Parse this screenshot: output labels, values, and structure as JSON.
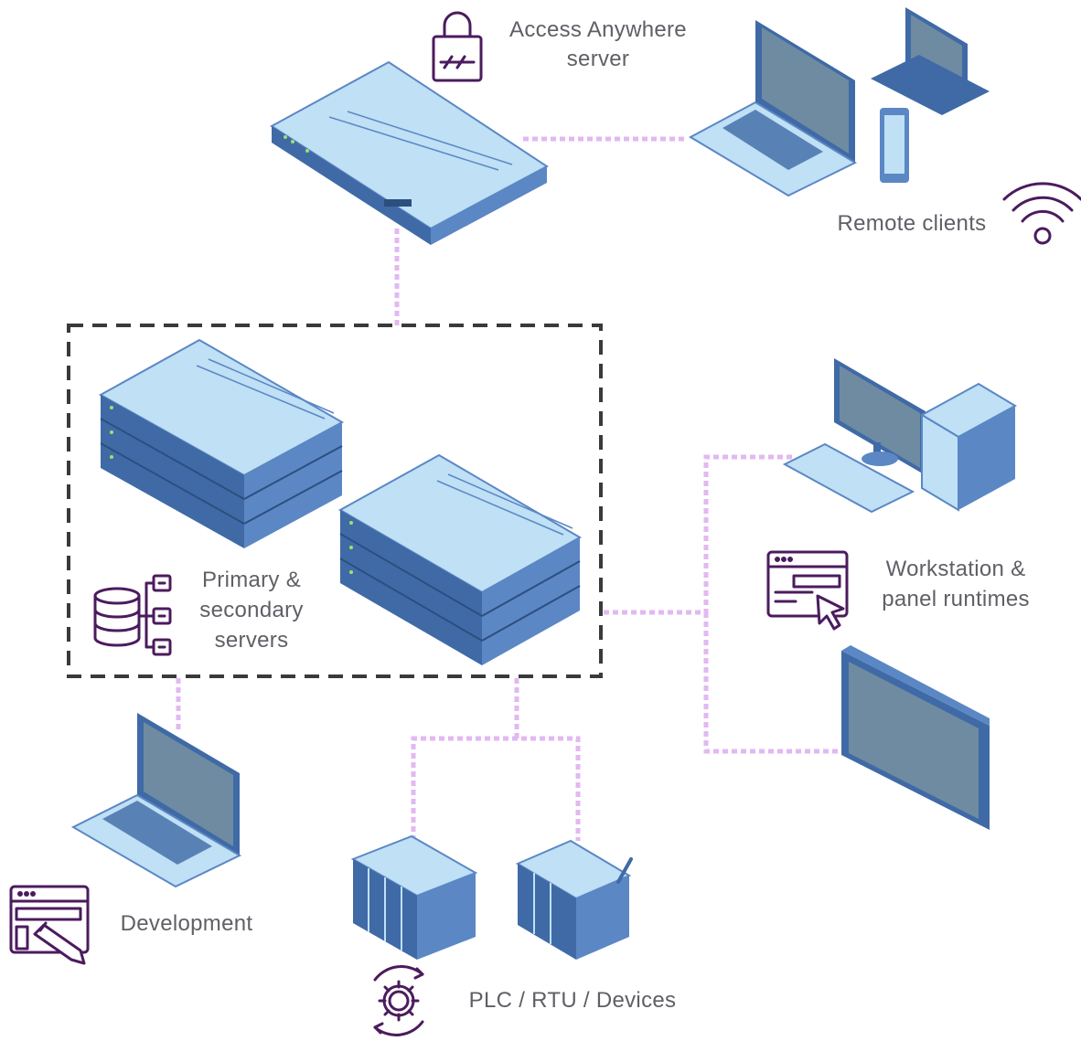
{
  "labels": {
    "access_line1": "Access Anywhere",
    "access_line2": "server",
    "remote_clients": "Remote clients",
    "primary_line1": "Primary &",
    "primary_line2": "secondary",
    "primary_line3": "servers",
    "workstation_line1": "Workstation &",
    "workstation_line2": "panel runtimes",
    "development": "Development",
    "devices": "PLC / RTU / Devices"
  },
  "icons": {
    "access": "lock-icon",
    "remote": "wifi-icon",
    "servers": "database-icon",
    "workstation": "window-cursor-icon",
    "development": "window-pencil-icon",
    "devices": "gear-cycle-icon"
  },
  "colors": {
    "connector": "#e2b8f2",
    "icon_stroke": "#4b1b5e",
    "device_top": "#bfe0f5",
    "device_side": "#5b87c4",
    "device_front": "#3f6aa6",
    "screen": "#6e8ba2",
    "label_text": "#5f5f66",
    "group_border": "#3a3a3a"
  }
}
